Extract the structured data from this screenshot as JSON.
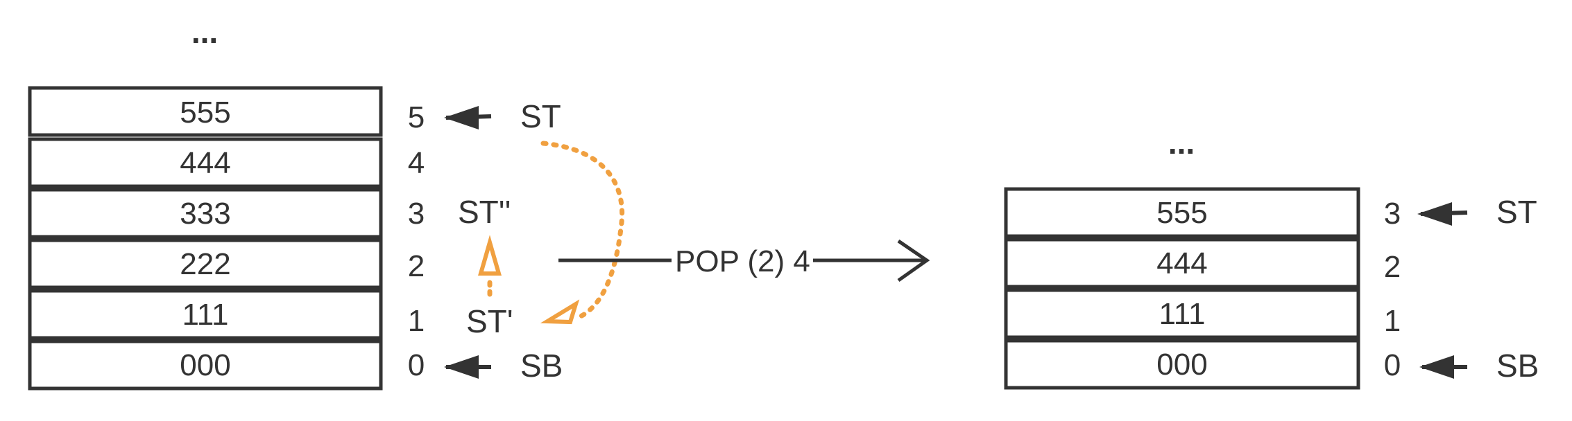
{
  "before": {
    "ellipsis": "...",
    "cells": [
      "555",
      "444",
      "333",
      "222",
      "111",
      "000"
    ],
    "indices": [
      "5",
      "4",
      "3",
      "2",
      "1",
      "0"
    ],
    "pointers": {
      "top": "ST",
      "bottom": "SB",
      "st_double_prime": "ST''",
      "st_prime": "ST'"
    }
  },
  "operation": {
    "label": "POP (2) 4"
  },
  "after": {
    "ellipsis": "...",
    "cells": [
      "555",
      "444",
      "111",
      "000"
    ],
    "indices": [
      "3",
      "2",
      "1",
      "0"
    ],
    "pointers": {
      "top": "ST",
      "bottom": "SB"
    }
  },
  "colors": {
    "ink": "#333333",
    "accent": "#F0A040",
    "background": "#FFFFFF"
  }
}
